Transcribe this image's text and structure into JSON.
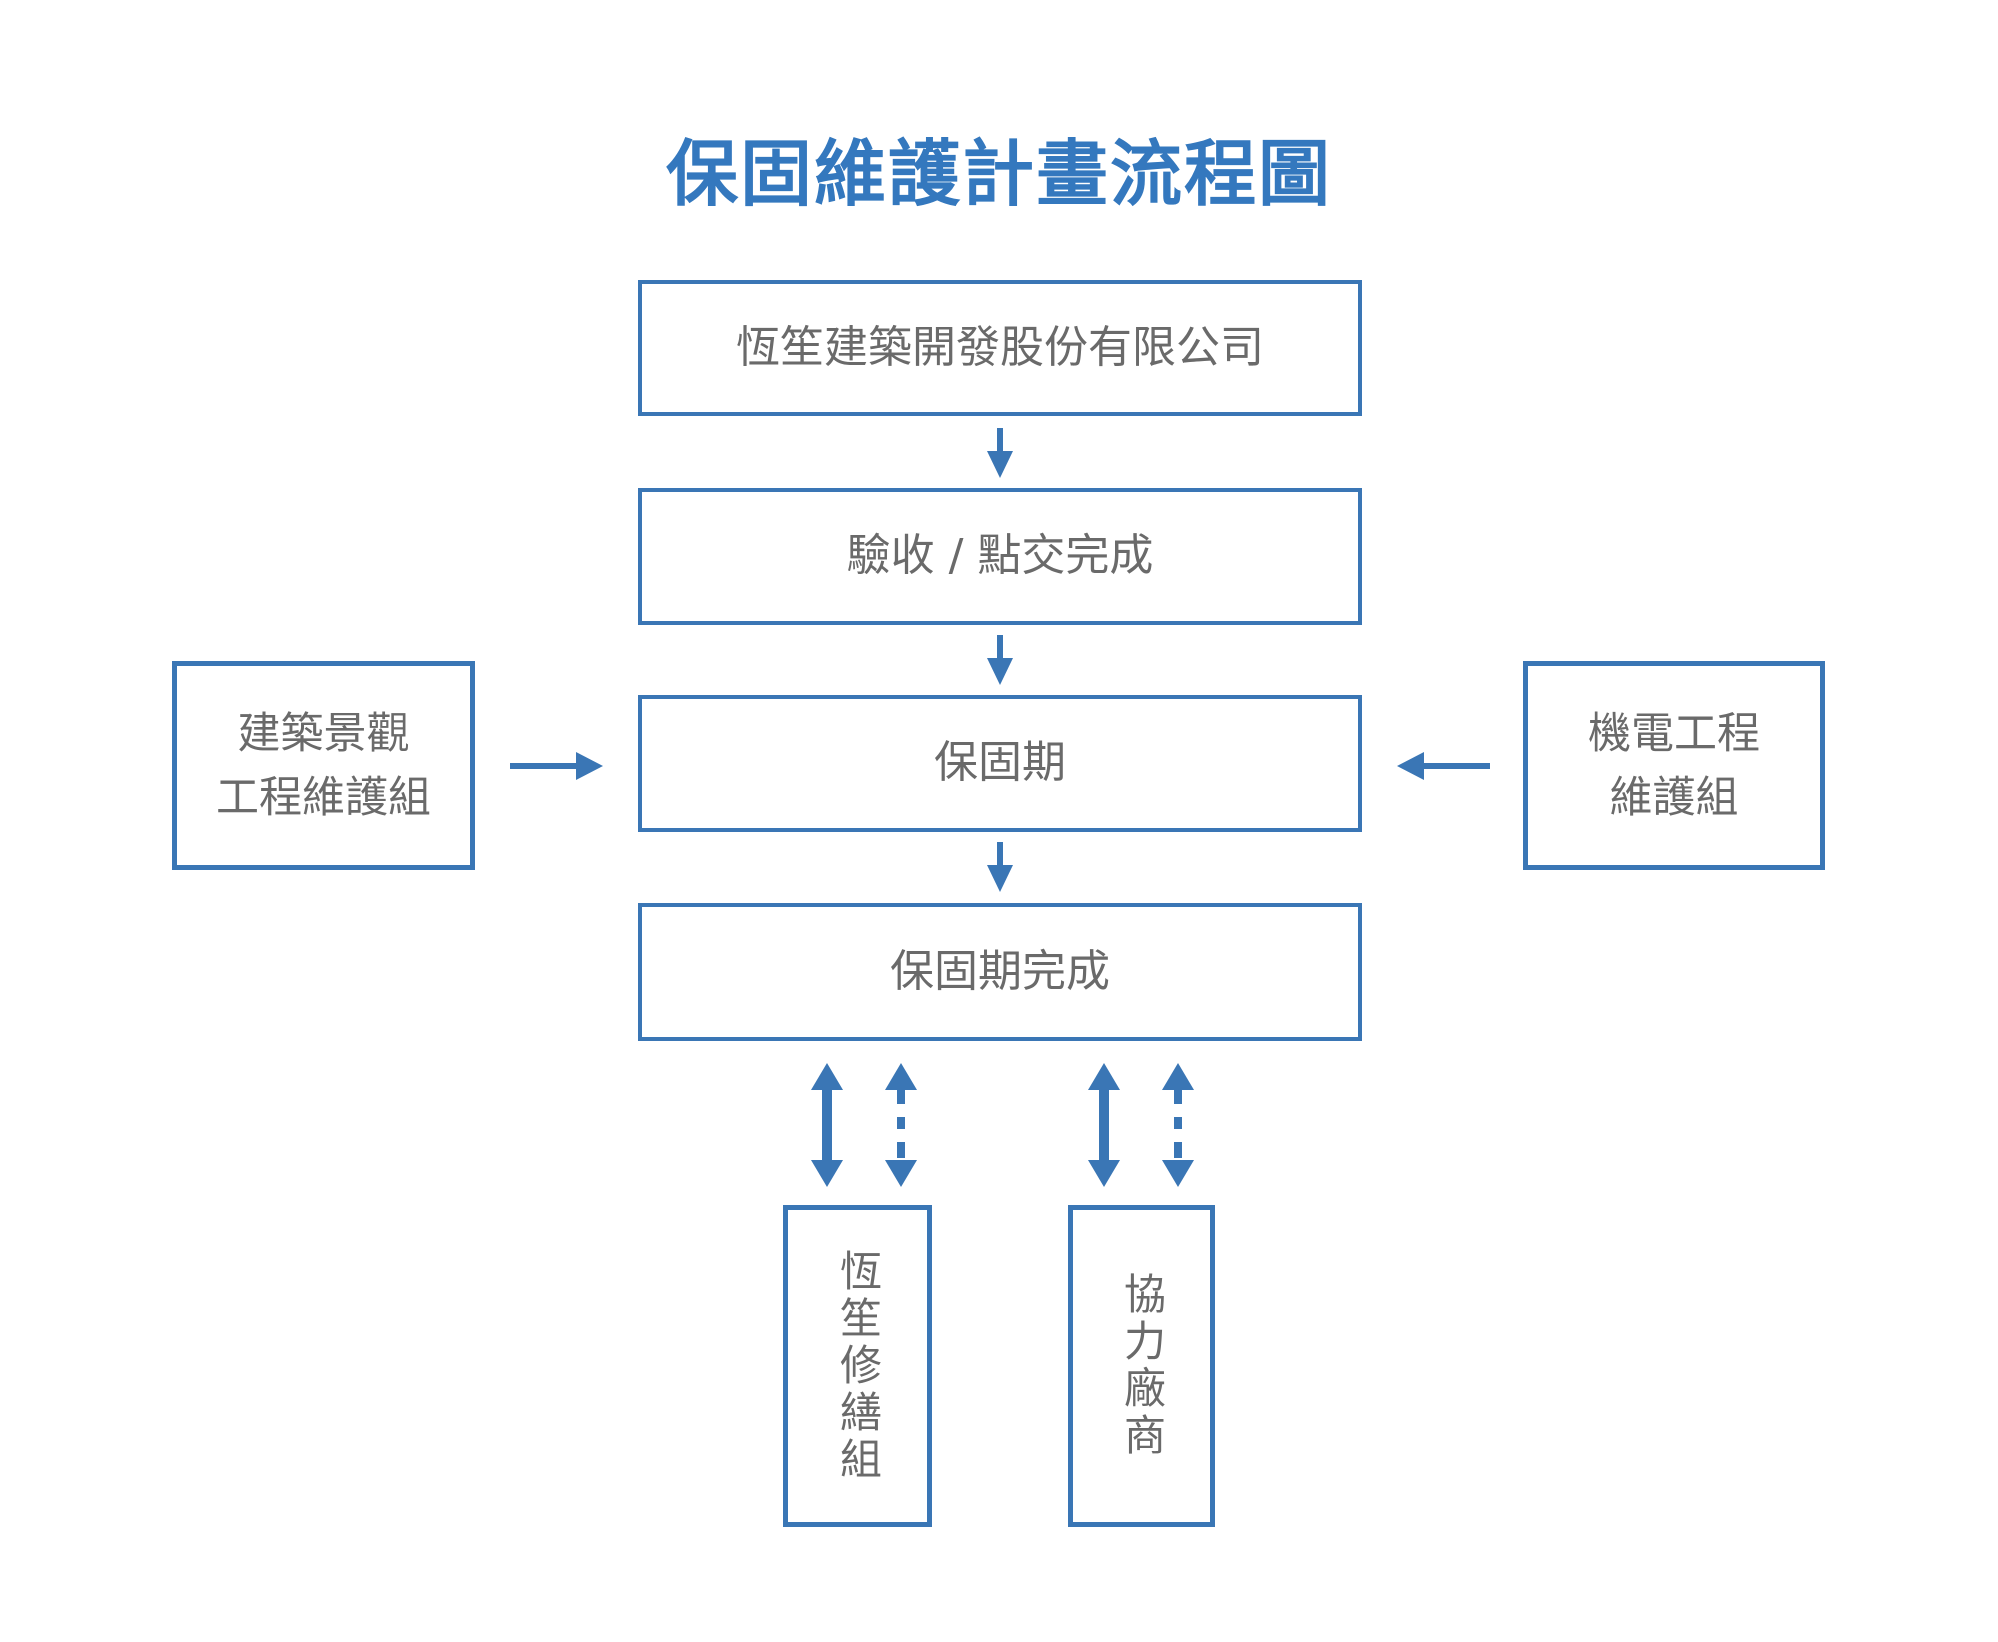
{
  "title": "保固維護計畫流程圖",
  "colors": {
    "accent": "#3A76B5",
    "title": "#3478BE",
    "text": "#6A6A6A"
  },
  "flow_nodes": {
    "company": {
      "label": "恆笙建築開發股份有限公司"
    },
    "acceptance": {
      "label": "驗收 / 點交完成"
    },
    "warranty_period": {
      "label": "保固期"
    },
    "warranty_complete": {
      "label": "保固期完成"
    }
  },
  "side_nodes": {
    "left": {
      "line1": "建築景觀",
      "line2": "工程維護組"
    },
    "right": {
      "line1": "機電工程",
      "line2": "維護組"
    }
  },
  "bottom_nodes": {
    "repair_team": {
      "label": "恆笙修繕組"
    },
    "partners": {
      "label": "協力廠商"
    }
  }
}
